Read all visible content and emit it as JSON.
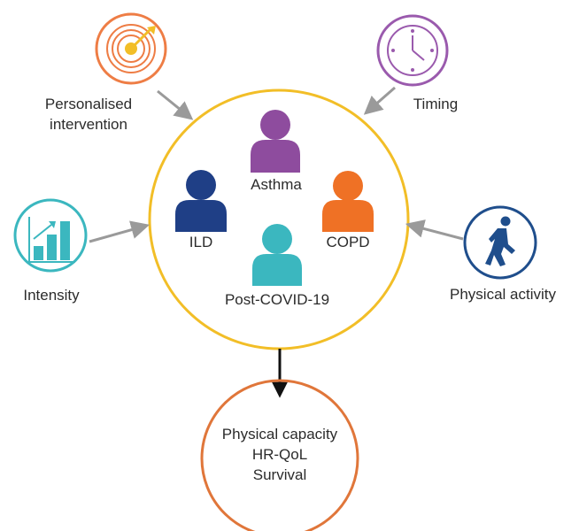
{
  "central": {
    "conditions": [
      {
        "id": "asthma",
        "label": "Asthma",
        "color": "#8e4c9e"
      },
      {
        "id": "ild",
        "label": "ILD",
        "color": "#1f3f86"
      },
      {
        "id": "copd",
        "label": "COPD",
        "color": "#ef7125"
      },
      {
        "id": "post-covid",
        "label": "Post-COVID-19",
        "color": "#3bb7bf"
      }
    ],
    "ring_color": "#f2be27"
  },
  "factors": [
    {
      "id": "personalised",
      "label_lines": [
        "Personalised",
        "intervention"
      ],
      "icon": "target-icon",
      "color": "#ee7d45"
    },
    {
      "id": "timing",
      "label_lines": [
        "Timing"
      ],
      "icon": "clock-icon",
      "color": "#9a5aad"
    },
    {
      "id": "intensity",
      "label_lines": [
        "Intensity"
      ],
      "icon": "bar-chart-icon",
      "color": "#3bb7bf"
    },
    {
      "id": "physical-activity",
      "label_lines": [
        "Physical activity"
      ],
      "icon": "walking-person-icon",
      "color": "#1f4e8c"
    }
  ],
  "outcome": {
    "lines": [
      "Physical capacity",
      "HR-QoL",
      "Survival"
    ],
    "ring_color": "#e0763a"
  },
  "arrow_color": "#9a9a9a"
}
